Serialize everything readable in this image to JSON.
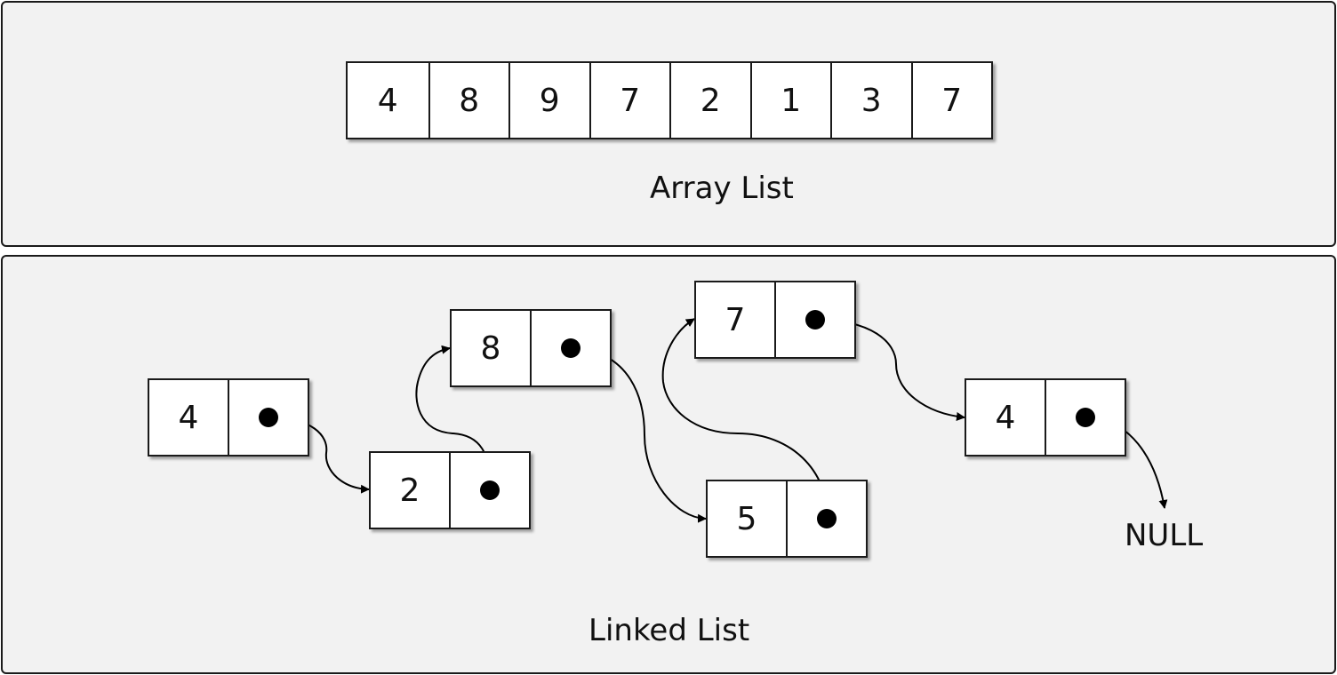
{
  "array_list": {
    "values": [
      "4",
      "8",
      "9",
      "7",
      "2",
      "1",
      "3",
      "7"
    ],
    "caption": "Array List"
  },
  "linked_list": {
    "nodes": [
      {
        "value": "4"
      },
      {
        "value": "2"
      },
      {
        "value": "8"
      },
      {
        "value": "5"
      },
      {
        "value": "7"
      },
      {
        "value": "4"
      }
    ],
    "null_label": "NULL",
    "caption": "Linked List"
  }
}
